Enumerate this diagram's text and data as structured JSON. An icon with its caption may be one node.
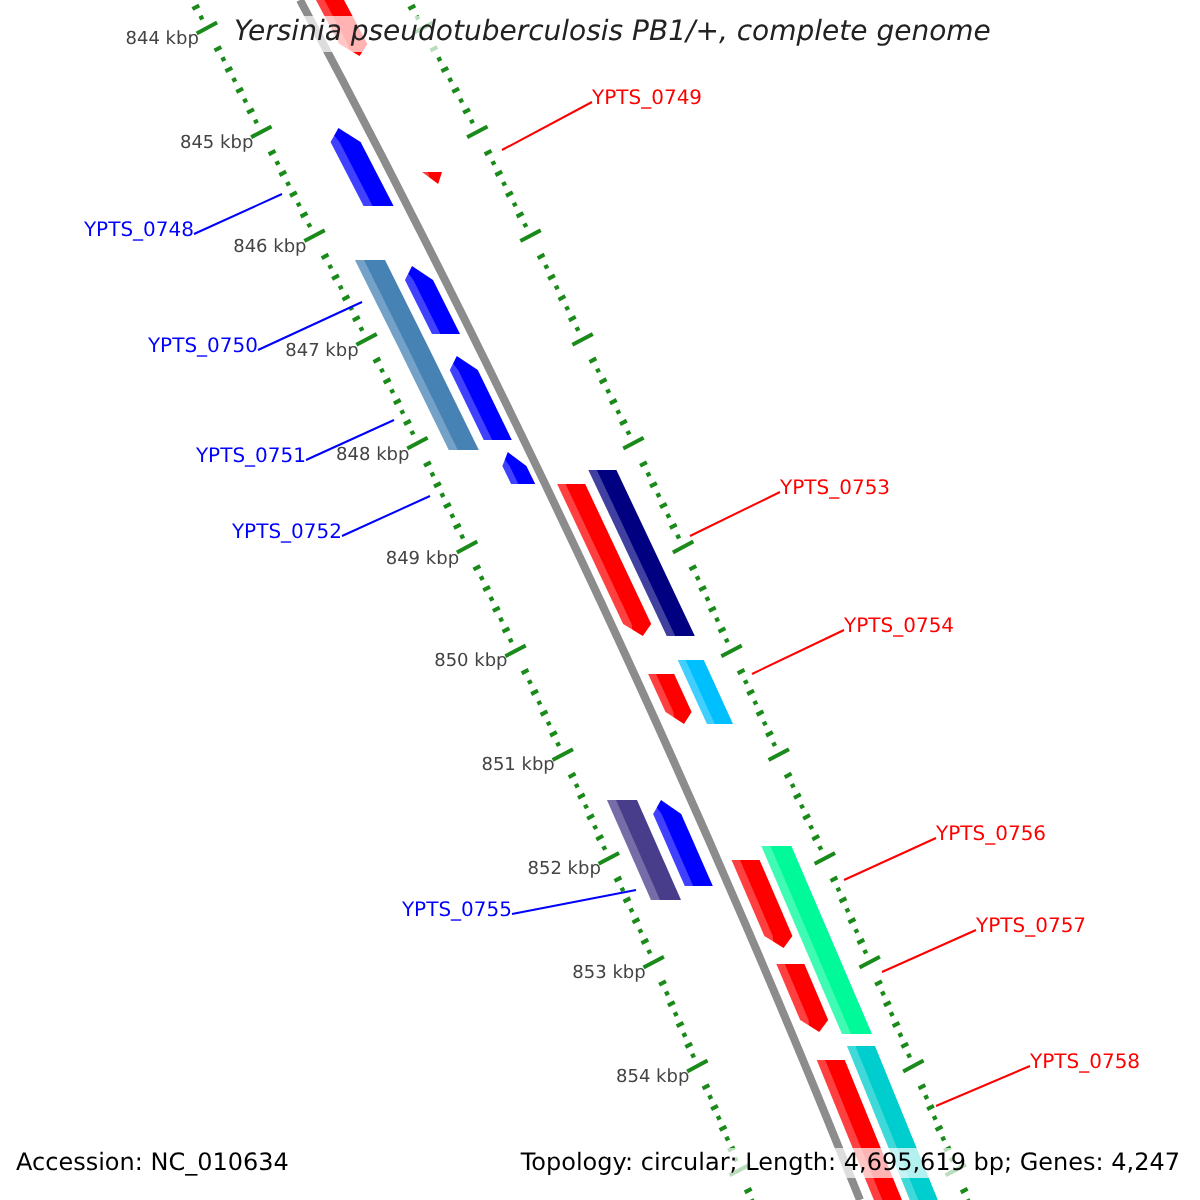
{
  "diagram": {
    "title": "Yersinia pseudotuberculosis PB1/+, complete genome",
    "nodes": [
      {
        "text": [
          "YPTS_0749"
        ]
      },
      {
        "text": [
          "YPTS_0748"
        ]
      },
      {
        "text": [
          "YPTS_0750"
        ]
      },
      {
        "text": [
          "YPTS_0751"
        ]
      },
      {
        "text": [
          "YPTS_0752"
        ]
      },
      {
        "text": [
          "YPTS_0753"
        ]
      },
      {
        "text": [
          "YPTS_0754"
        ]
      },
      {
        "text": [
          "YPTS_0756"
        ]
      },
      {
        "text": [
          "YPTS_0755"
        ]
      },
      {
        "text": [
          "YPTS_0757"
        ]
      },
      {
        "text": [
          "YPTS_0758"
        ]
      }
    ],
    "edges": [
      {
        "from": 0,
        "to": null,
        "arrow": "none"
      },
      {
        "from": 1,
        "to": null,
        "arrow": "none",
        "color": "#0000ff"
      },
      {
        "from": 2,
        "to": null,
        "arrow": "none",
        "color": "#0000ff"
      },
      {
        "from": 3,
        "to": null,
        "arrow": "none",
        "color": "#0000ff"
      },
      {
        "from": 4,
        "to": null,
        "arrow": "none",
        "color": "#0000ff"
      },
      {
        "from": 5,
        "to": null,
        "arrow": "none"
      },
      {
        "from": 6,
        "to": null,
        "arrow": "none"
      },
      {
        "from": 7,
        "to": null,
        "arrow": "none"
      },
      {
        "from": 8,
        "to": null,
        "arrow": "none",
        "color": "#0000ff"
      },
      {
        "from": 9,
        "to": null,
        "arrow": "none"
      },
      {
        "from": 10,
        "to": null,
        "arrow": "none"
      }
    ],
    "labels": [
      "844 kbp",
      "845 kbp",
      "846 kbp",
      "847 kbp",
      "848 kbp",
      "849 kbp",
      "850 kbp",
      "851 kbp",
      "852 kbp",
      "853 kbp",
      "854 kbp",
      "Accession: NC_010634",
      "Topology: circular; Length: 4,695,619 bp; Genes: 4,247"
    ]
  }
}
